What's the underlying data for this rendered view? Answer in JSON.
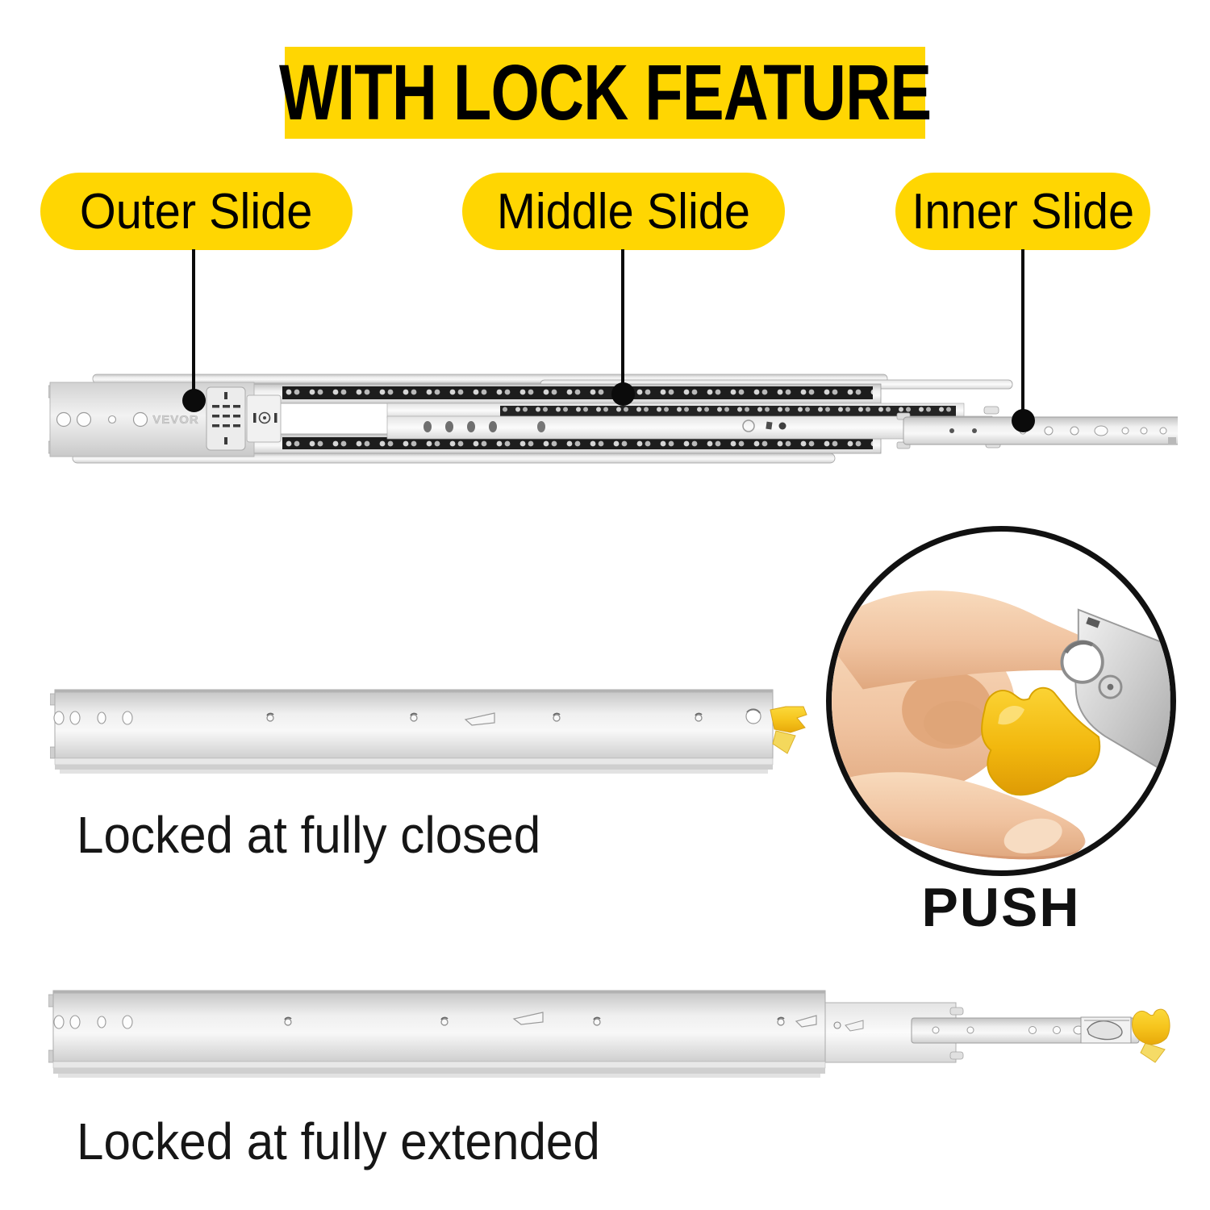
{
  "header": {
    "title": "WITH LOCK FEATURE"
  },
  "callouts": [
    {
      "label": "Outer Slide"
    },
    {
      "label": "Middle Slide"
    },
    {
      "label": "Inner Slide"
    }
  ],
  "brand": {
    "name": "VEVOR"
  },
  "figures": {
    "closed_caption": "Locked at fully closed",
    "extended_caption": "Locked at fully extended",
    "push_label": "PUSH"
  },
  "colors": {
    "accent_yellow": "#FFD602",
    "lock_lever_yellow": "#F6C51D",
    "text_black": "#000000",
    "metal_grey": "#d9d9d9",
    "bearing_black": "#1d1d1d",
    "skin_tone": "#F2C5A0"
  }
}
